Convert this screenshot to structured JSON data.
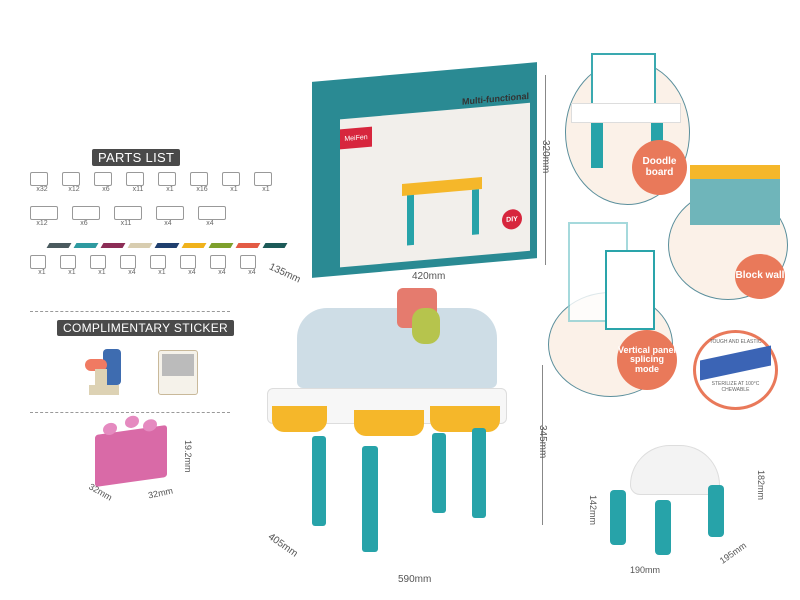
{
  "parts_list": {
    "title": "PARTS LIST",
    "row1_counts": [
      "x32",
      "x12",
      "x6",
      "x11",
      "x1",
      "x16",
      "x1",
      "x1"
    ],
    "row2_counts": [
      "x12",
      "x6",
      "x11",
      "x4",
      "x4"
    ],
    "swatch_colors": [
      "#4a5a5e",
      "#2e9aa0",
      "#8c2d56",
      "#d8cdb0",
      "#1f3f6e",
      "#f0b21b",
      "#7ea02c",
      "#e35b45",
      "#1c5a58"
    ],
    "row3_counts": [
      "x1",
      "x1",
      "x1",
      "x4",
      "x1",
      "x4",
      "x4",
      "x4"
    ]
  },
  "sticker": {
    "title": "COMPLIMENTARY STICKER"
  },
  "brick_dims": {
    "height": "19.2mm",
    "depth": "32mm",
    "width": "32mm"
  },
  "box": {
    "brand": "MeiFen",
    "headline": "Multi-functional",
    "badge": "DIY",
    "height": "320mm",
    "width": "420mm",
    "depth": "135mm"
  },
  "table_dims": {
    "height": "345mm",
    "width": "590mm",
    "depth": "405mm"
  },
  "stool_dims": {
    "seat_height": "142mm",
    "height": "182mm",
    "width": "190mm",
    "depth": "195mm"
  },
  "features": [
    {
      "label": "Doodle board"
    },
    {
      "label": "Block wall"
    },
    {
      "label": "Vertical panel splicing mode"
    }
  ],
  "material_badge": {
    "top": "TOUGH AND ELASTIC",
    "bottom1": "STERILIZE AT 100°C",
    "bottom2": "CHEWABLE"
  },
  "colors": {
    "teal": "#27a3a9",
    "orange_label": "#e9795a",
    "pink_brick": "#d96aa7",
    "yellow_tray": "#f5b72a"
  }
}
